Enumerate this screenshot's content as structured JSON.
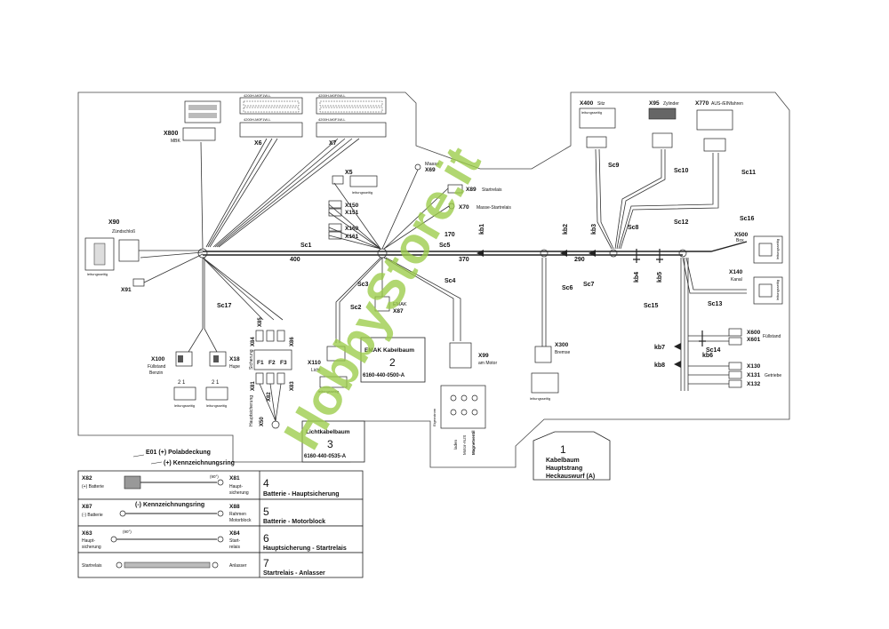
{
  "callout": {
    "num": "1",
    "l1": "Kabelbaum",
    "l2": "Hauptstrang",
    "l3": "Heckauswurf (A)"
  },
  "connectors": {
    "x800": "X800",
    "mbk": "MBK",
    "x6": "X6",
    "x7": "X7",
    "x6_top": "4200H-M0F1W-L",
    "x6_bot": "4200H-M0F1W-L",
    "x7_top": "4200H-M0F0W-L",
    "x7_bot": "4200H-M0F1W-L",
    "x5": "X5",
    "masse": "Masse",
    "x69": "X69",
    "x89": "X89",
    "startrelais": "Startrelais",
    "x70": "X70",
    "masse_startrelais": "Masse-Startrelais",
    "x150": "X150",
    "x151": "X151",
    "x160": "X160",
    "x161": "X161",
    "x90": "X90",
    "zuendschloss": "Zündschloß",
    "x91": "X91",
    "x100": "X100",
    "fuellstand_benzin_1": "Füllstand",
    "fuellstand_benzin_2": "Benzin",
    "x18": "X18",
    "hupe": "Hupe",
    "x85": "X85",
    "x84": "X84",
    "x86": "X86",
    "x81": "X81",
    "x82": "X82",
    "x83": "X83",
    "sicherung": "Sicherung",
    "hauptsicherung": "Hauptsicherung",
    "x50": "X50",
    "f1": "F1",
    "f2": "F2",
    "f3": "F3",
    "x110": "X110",
    "licht": "Licht",
    "emak": "EMAK",
    "x87": "X87",
    "x99": "X99",
    "am_motor": "am Motor",
    "x300": "X300",
    "bremse": "Bremse",
    "x400": "X400",
    "sitz": "Sitz",
    "x95": "X95",
    "zylinder": "Zylinder",
    "x770": "X770",
    "aus_einfahren": "AUS-/EINfahren",
    "x500": "X500",
    "box": "Box",
    "x140": "X140",
    "kanal": "Kanal",
    "x600": "X600",
    "x601": "X601",
    "fuellstand": "Füllstand",
    "x130": "X130",
    "x131": "X131",
    "x132": "X132",
    "getriebe": "Getriebe",
    "leitungsseitig": "leitungsseitig",
    "motor_aus": "Motor-AUS",
    "magnetventil": "Magnetventil",
    "laden": "laden",
    "eigenstrom": "Eigenstrom",
    "pin_21": "2 1"
  },
  "harness": {
    "sc1": "Sc1",
    "sc2": "Sc2",
    "sc3": "Sc3",
    "sc4": "Sc4",
    "sc5": "Sc5",
    "sc6": "Sc6",
    "sc7": "Sc7",
    "sc8": "Sc8",
    "sc9": "Sc9",
    "sc10": "Sc10",
    "sc11": "Sc11",
    "sc12": "Sc12",
    "sc13": "Sc13",
    "sc14": "Sc14",
    "sc15": "Sc15",
    "sc16": "Sc16",
    "sc17": "Sc17",
    "kb1": "kb1",
    "kb2": "kb2",
    "kb3": "kb3",
    "kb4": "kb4",
    "kb5": "kb5",
    "kb6": "kb6",
    "kb7": "kb7",
    "kb8": "kb8",
    "d400": "400",
    "d170": "170",
    "d370": "370",
    "d290": "290"
  },
  "labels": {
    "emak_kabelbaum": "EMAK Kabelbaum",
    "emak_num": "2",
    "emak_code": "6160-440-0500-A",
    "licht_kabelbaum": "Lichtkabelbaum",
    "licht_num": "3",
    "licht_code": "6160-440-0535-A"
  },
  "cables": [
    {
      "num": "4",
      "title": "Batterie - Hauptsicherung",
      "left_code": "X82",
      "left_name": "(+) Batterie",
      "right_code": "X81",
      "right_name1": "Haupt-",
      "right_name2": "sicherung",
      "angle": "(90°)",
      "top1": "E01 (+) Polabdeckung",
      "top2": "(+) Kennzeichnungsring"
    },
    {
      "num": "5",
      "title": "Batterie - Motorblock",
      "left_code": "X87",
      "left_name": "(-) Batterie",
      "right_code": "X88",
      "right_name1": "Rahmen",
      "right_name2": "Motorblock",
      "top1": "(-) Kennzeichnungsring"
    },
    {
      "num": "6",
      "title": "Hauptsicherung - Startrelais",
      "left_code": "X63",
      "left_name1": "Haupt-",
      "left_name2": "sicherung",
      "right_code": "X84",
      "right_name1": "Start-",
      "right_name2": "relais",
      "angle": "(90°)"
    },
    {
      "num": "7",
      "title": "Startrelais - Anlasser",
      "left_name": "Startrelais",
      "right_name": "Anlasser"
    }
  ],
  "watermark": "HobbyStore.it"
}
